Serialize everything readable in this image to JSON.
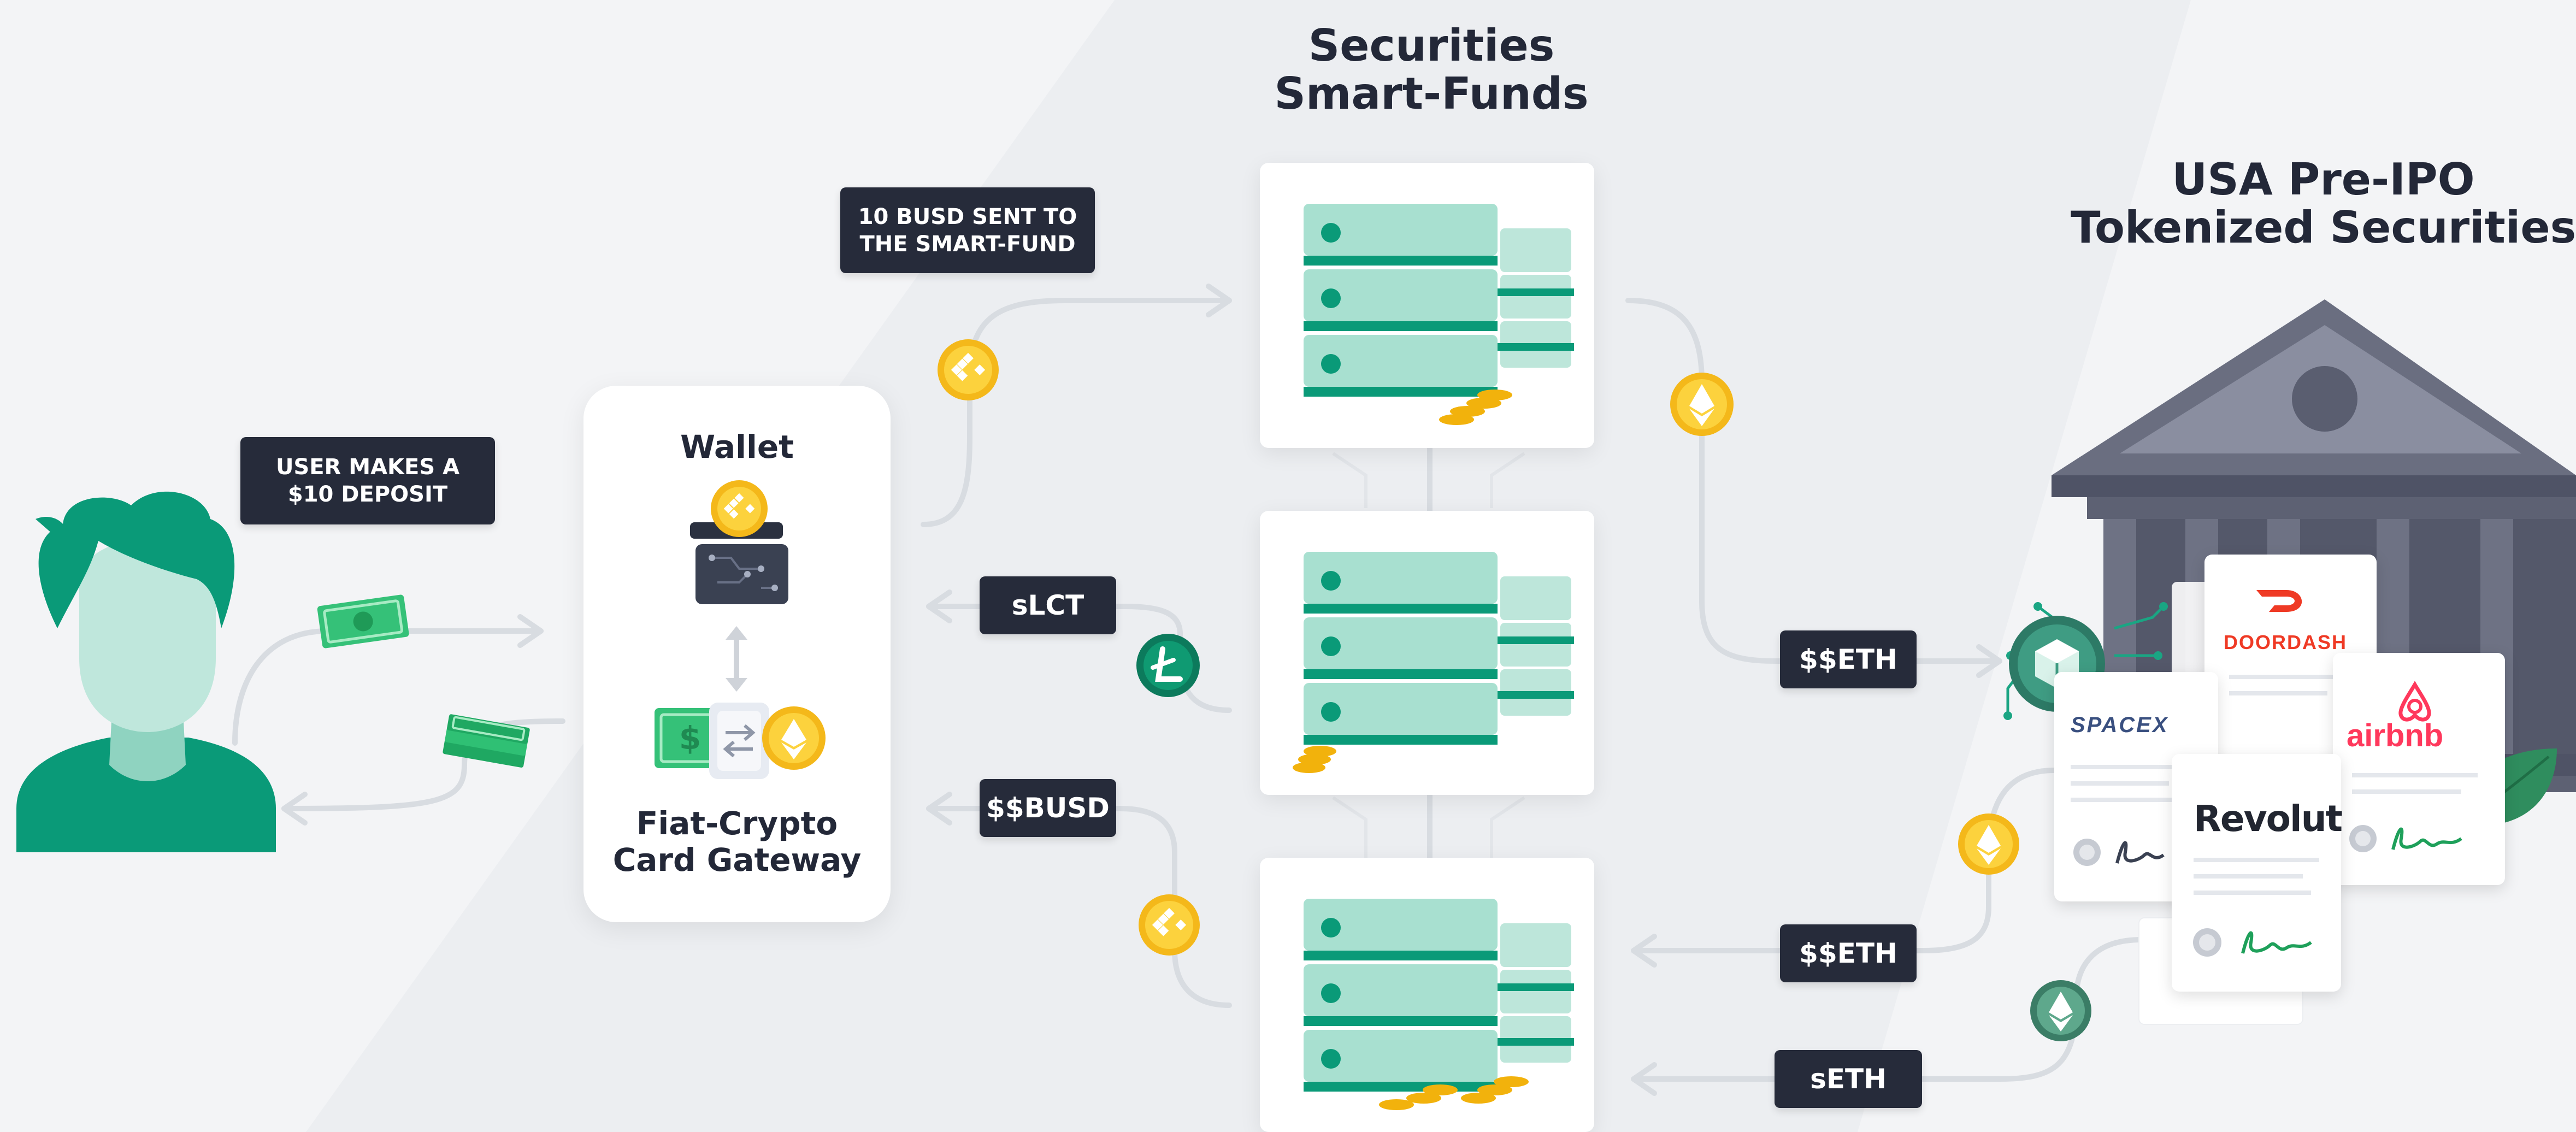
{
  "headings": {
    "securities": [
      "Securities",
      "Smart-Funds"
    ],
    "usa": [
      "USA Pre-IPO",
      "Tokenized Securities"
    ]
  },
  "wallet": {
    "title": "Wallet",
    "gateway": [
      "Fiat-Crypto",
      "Card Gateway"
    ]
  },
  "tags": {
    "deposit": [
      "USER MAKES A",
      "$10 DEPOSIT"
    ],
    "busd_sent": [
      "10 BUSD SENT TO",
      "THE SMART-FUND"
    ],
    "slct": "sLCT",
    "sbusd": "$$BUSD",
    "seth_top": "$$ETH",
    "seth_mid": "$$ETH",
    "seth_low": "sETH"
  },
  "brands": {
    "doordash": "DOORDASH",
    "airbnb": "airbnb",
    "spacex": "SPACEX",
    "revolut": "Revolut"
  },
  "icons": {
    "busd": "binance-coin-icon",
    "eth": "ethereum-coin-icon",
    "lct": "litecoin-icon",
    "server": "server-stack-icon",
    "bank": "bank-building-icon",
    "chip": "blockchain-chip-icon",
    "cash": "banknote-icon",
    "user": "user-avatar-icon",
    "wallet": "wallet-icon",
    "leaf": "leaf-icon"
  },
  "colors": {
    "green": "#0a9a78",
    "mint": "#a8e0d0",
    "dark_tag": "#262b3a",
    "gold": "#f2b20c",
    "bank": "#5d6173",
    "heading": "#232838",
    "line": "#d6dadf"
  }
}
